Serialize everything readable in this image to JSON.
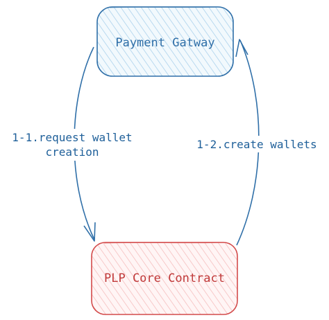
{
  "colors": {
    "background": "#ffffff",
    "gateway_stroke": "#2f6fa8",
    "gateway_fill": "#d8ecf8",
    "core_stroke": "#d34b4b",
    "core_fill": "#fde3e3",
    "edge": "#2f6fa8",
    "edge_label": "#1e5f99"
  },
  "nodes": {
    "payment_gateway": {
      "label": "Payment Gatway"
    },
    "plp_core_contract": {
      "label": "PLP Core Contract"
    }
  },
  "edges": {
    "request": {
      "label_line1": "1-1.request wallet",
      "label_line2": "creation"
    },
    "create": {
      "label": "1-2.create wallets"
    }
  }
}
